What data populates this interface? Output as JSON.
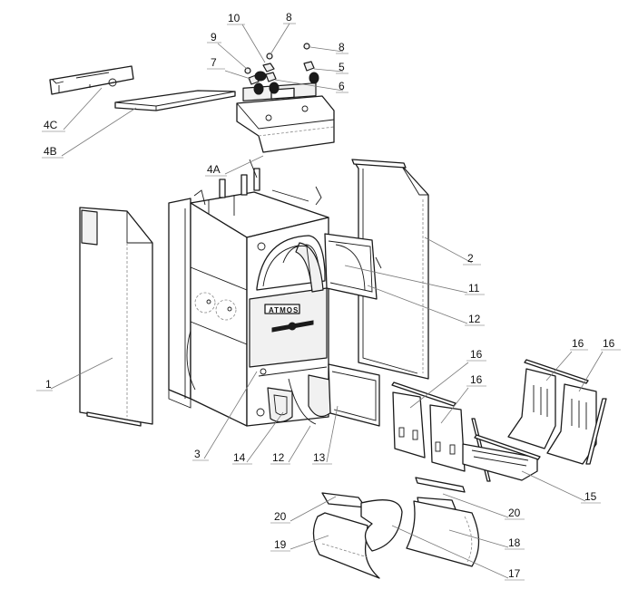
{
  "diagram": {
    "type": "exploded-parts-view",
    "subject": "boiler",
    "front_panel_logo": "ATMOS",
    "callouts": [
      {
        "id": "c1",
        "label": "1"
      },
      {
        "id": "c2",
        "label": "2"
      },
      {
        "id": "c3",
        "label": "3"
      },
      {
        "id": "c4a",
        "label": "4A"
      },
      {
        "id": "c4b",
        "label": "4B"
      },
      {
        "id": "c4c",
        "label": "4C"
      },
      {
        "id": "c5",
        "label": "5"
      },
      {
        "id": "c6",
        "label": "6"
      },
      {
        "id": "c7",
        "label": "7"
      },
      {
        "id": "c8a",
        "label": "8"
      },
      {
        "id": "c8b",
        "label": "8"
      },
      {
        "id": "c9",
        "label": "9"
      },
      {
        "id": "c10",
        "label": "10"
      },
      {
        "id": "c11",
        "label": "11"
      },
      {
        "id": "c12a",
        "label": "12"
      },
      {
        "id": "c12b",
        "label": "12"
      },
      {
        "id": "c13",
        "label": "13"
      },
      {
        "id": "c14",
        "label": "14"
      },
      {
        "id": "c15",
        "label": "15"
      },
      {
        "id": "c16a",
        "label": "16"
      },
      {
        "id": "c16b",
        "label": "16"
      },
      {
        "id": "c16c",
        "label": "16"
      },
      {
        "id": "c16d",
        "label": "16"
      },
      {
        "id": "c17",
        "label": "17"
      },
      {
        "id": "c18",
        "label": "18"
      },
      {
        "id": "c19",
        "label": "19"
      },
      {
        "id": "c20a",
        "label": "20"
      },
      {
        "id": "c20b",
        "label": "20"
      }
    ]
  }
}
